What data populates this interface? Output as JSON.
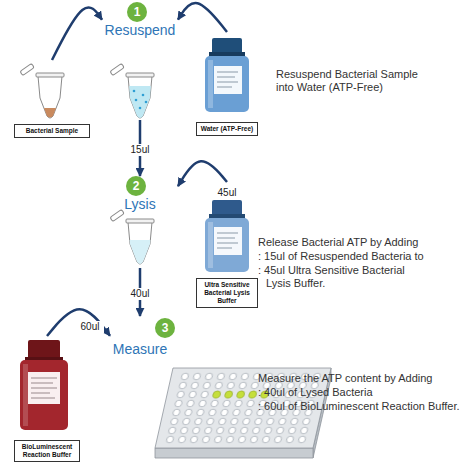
{
  "diagram": {
    "nodes": [
      {
        "text": [
          "1",
          "Resuspend"
        ]
      },
      {
        "text": [
          "Bacterial Sample"
        ]
      },
      {
        "text": [
          "Water (ATP-Free)"
        ]
      },
      {
        "text": [
          "2",
          "Lysis"
        ]
      },
      {
        "text": [
          "Ultra Sensitive Bacterial Lysis Buffer"
        ]
      },
      {
        "text": [
          "3",
          "Measure"
        ]
      },
      {
        "text": [
          "BioLuminescent Reaction Buffer"
        ]
      }
    ],
    "edges": [
      {
        "from": 1,
        "to": 0,
        "arrow": "to"
      },
      {
        "from": 2,
        "to": 0,
        "arrow": "to"
      },
      {
        "from": 0,
        "to": 3,
        "label": "15ul",
        "arrow": "to"
      },
      {
        "from": 4,
        "to": 3,
        "label": "45ul",
        "arrow": "to"
      },
      {
        "from": 3,
        "to": 5,
        "label": "40ul",
        "arrow": "to"
      },
      {
        "from": 6,
        "to": 5,
        "label": "60ul",
        "arrow": "to"
      }
    ],
    "labels": [
      "Resuspend Bacterial Sample into Water (ATP-Free)",
      "Release Bacterial ATP by Adding",
      ": 15ul of Resuspended Bacteria to",
      ": 45ul Ultra Sensitive Bacterial Lysis Buffer.",
      "Measure the ATP content by Adding",
      ": 40ul of Lysed Bacteria",
      ": 60ul of BioLuminescent Reaction Buffer."
    ]
  }
}
